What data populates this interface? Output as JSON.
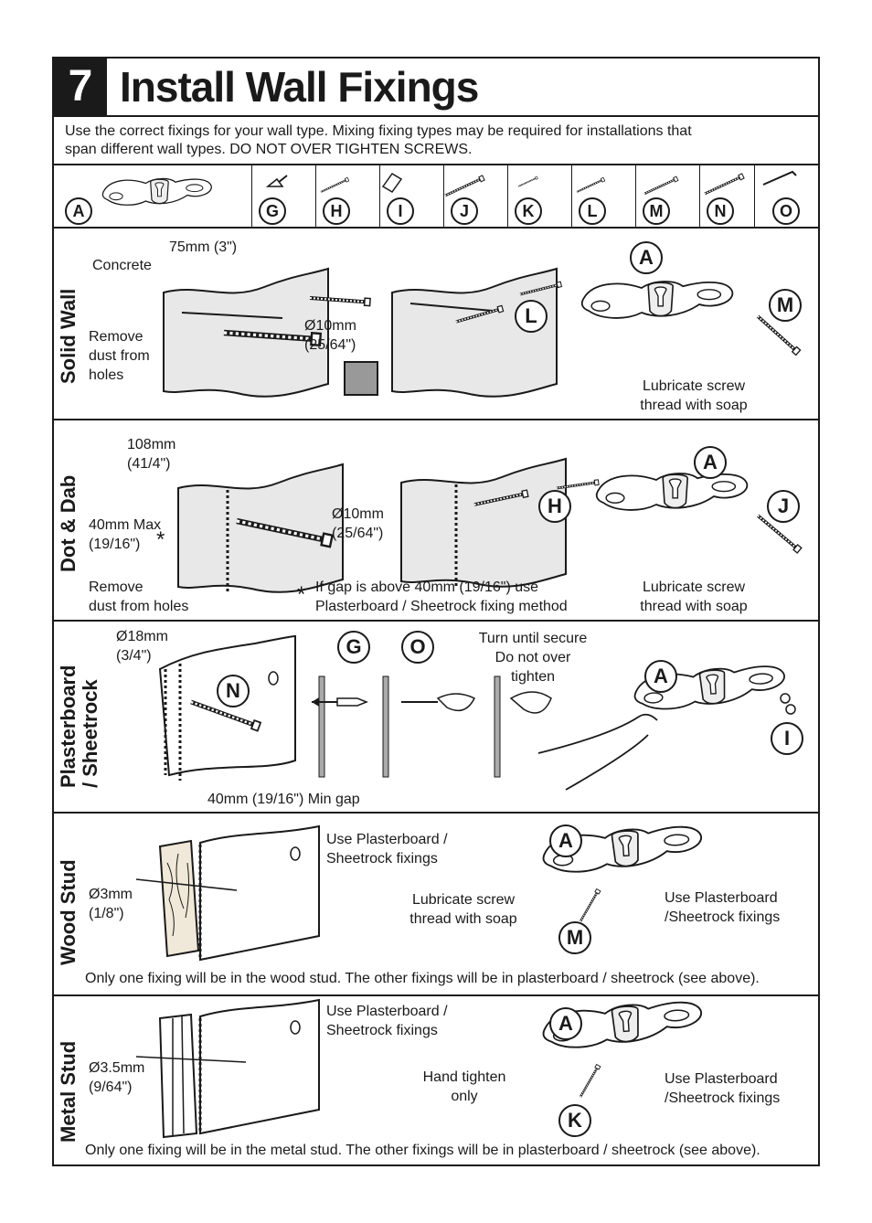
{
  "header": {
    "step_number": "7",
    "title": "Install Wall Fixings"
  },
  "intro": {
    "line1": "Use the correct fixings for your wall type. Mixing fixing types may be required for installations that",
    "line2": "span different wall types. DO NOT OVER TIGHTEN SCREWS."
  },
  "parts": [
    "A",
    "G",
    "H",
    "I",
    "J",
    "K",
    "L",
    "M",
    "N",
    "O"
  ],
  "solid_wall": {
    "label": "Solid Wall",
    "depth": "75mm (3\")",
    "concrete": "Concrete",
    "remove_dust": [
      "Remove",
      "dust from",
      "holes"
    ],
    "drill": [
      "Ø10mm",
      "(25/64\")"
    ],
    "callouts": [
      "L",
      "A",
      "M"
    ],
    "lubricate": [
      "Lubricate screw",
      "thread with soap"
    ]
  },
  "dot_dab": {
    "label": "Dot & Dab",
    "depth": [
      "108mm",
      "(41/4\")"
    ],
    "max_gap": [
      "40mm Max",
      "(19/16\")"
    ],
    "asterisk": "*",
    "drill": [
      "Ø10mm",
      "(25/64\")"
    ],
    "remove_dust": [
      "Remove",
      "dust from holes"
    ],
    "gap_note": [
      "If gap is above 40mm (19/16\") use",
      "Plasterboard / Sheetrock fixing method"
    ],
    "callouts": [
      "H",
      "A",
      "J"
    ],
    "lubricate": [
      "Lubricate screw",
      "thread with soap"
    ]
  },
  "plasterboard": {
    "label": [
      "Plasterboard",
      "/ Sheetrock"
    ],
    "drill": [
      "Ø18mm",
      "(3/4\")"
    ],
    "min_gap": "40mm (19/16\") Min gap",
    "turn": [
      "Turn until secure",
      "Do not over",
      "tighten"
    ],
    "callouts": [
      "N",
      "G",
      "O",
      "A",
      "I"
    ]
  },
  "wood_stud": {
    "label": "Wood Stud",
    "drill": [
      "Ø3mm",
      "(1/8\")"
    ],
    "use_pb": [
      "Use Plasterboard /",
      "Sheetrock fixings"
    ],
    "lubricate": [
      "Lubricate screw",
      "thread with soap"
    ],
    "use_pb2": [
      "Use Plasterboard",
      "/Sheetrock fixings"
    ],
    "callouts": [
      "A",
      "M"
    ],
    "note": "Only one fixing will be in the wood stud. The other fixings will be in plasterboard / sheetrock (see above)."
  },
  "metal_stud": {
    "label": "Metal Stud",
    "drill": [
      "Ø3.5mm",
      "(9/64\")"
    ],
    "use_pb": [
      "Use Plasterboard /",
      "Sheetrock fixings"
    ],
    "hand": [
      "Hand tighten",
      "only"
    ],
    "use_pb2": [
      "Use Plasterboard",
      "/Sheetrock fixings"
    ],
    "callouts": [
      "A",
      "K"
    ],
    "note": "Only one fixing will be in the metal stud. The other fixings will be in plasterboard / sheetrock (see above)."
  }
}
